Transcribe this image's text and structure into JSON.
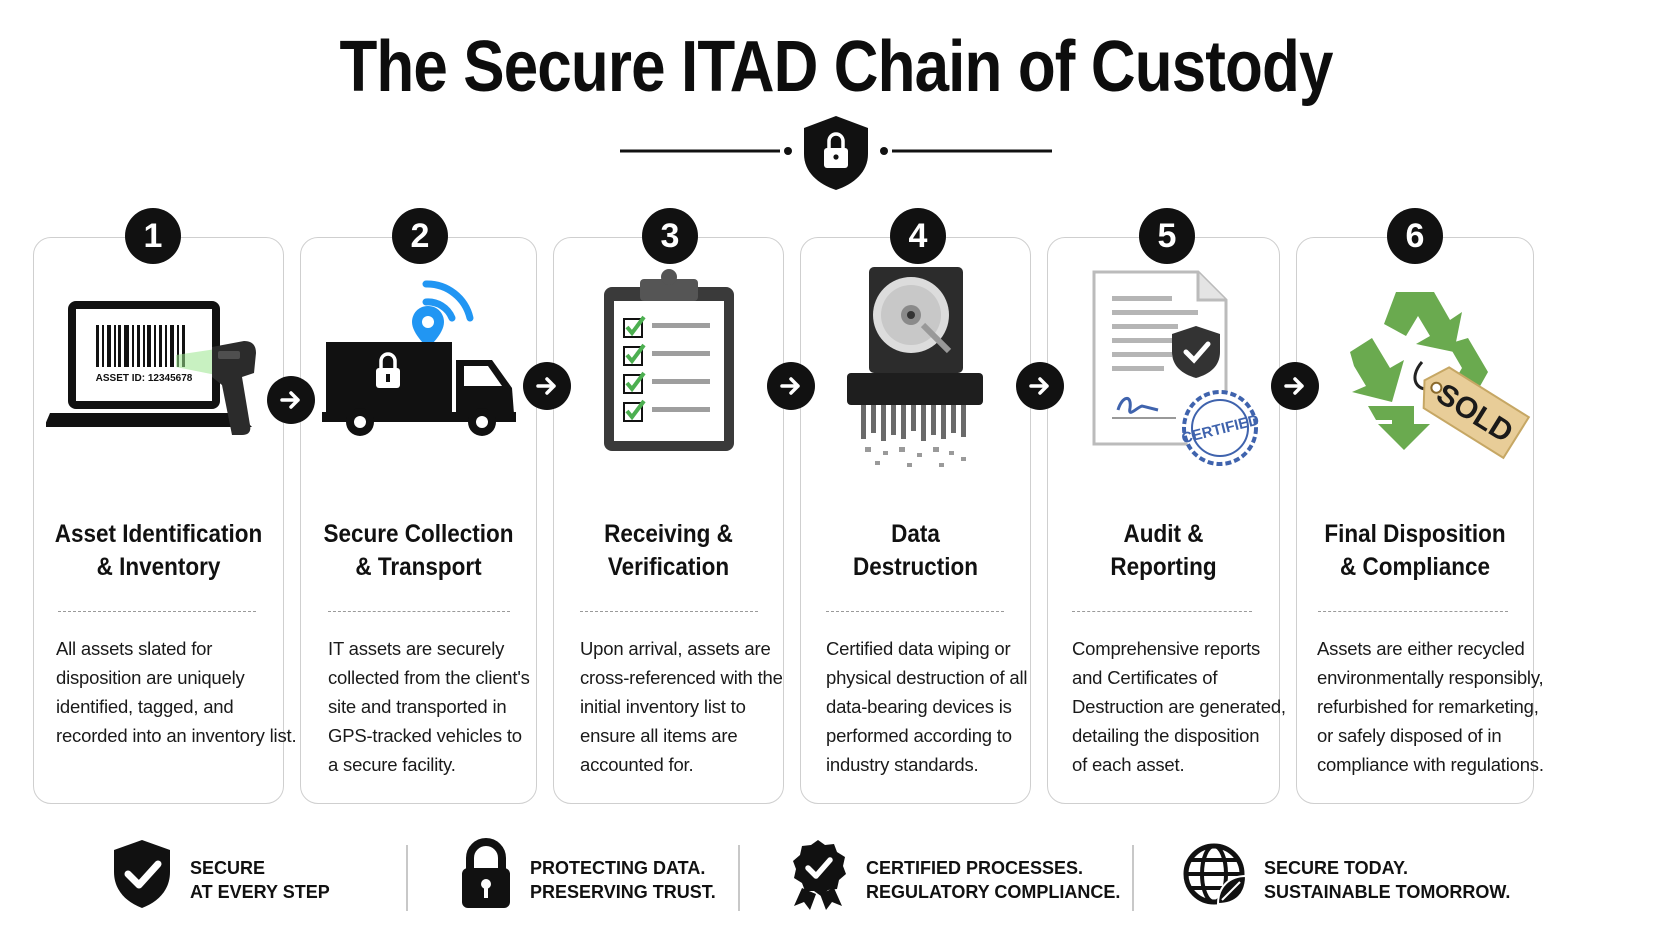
{
  "title": "The Secure ITAD Chain of Custody",
  "accent_color": "#111111",
  "icons": {
    "header": "shield-lock-icon",
    "arrows": "arrow-right-icon"
  },
  "steps": [
    {
      "number": "1",
      "icon": "laptop-barcode-scanner-icon",
      "screen_label": "ASSET ID: 12345678",
      "title_lines": [
        "Asset Identification",
        "& Inventory"
      ],
      "desc_lines": [
        "All assets slated for",
        "disposition are uniquely",
        "identified, tagged, and",
        "recorded into an inventory list."
      ]
    },
    {
      "number": "2",
      "icon": "gps-truck-icon",
      "title_lines": [
        "Secure Collection",
        "& Transport"
      ],
      "desc_lines": [
        "IT assets are securely",
        "collected from the client's",
        "site and transported in",
        "GPS-tracked vehicles to",
        "a secure facility."
      ]
    },
    {
      "number": "3",
      "icon": "checklist-clipboard-icon",
      "title_lines": [
        "Receiving &",
        "Verification"
      ],
      "desc_lines": [
        "Upon arrival, assets are",
        "cross-referenced with the",
        "initial inventory list to",
        "ensure all items are",
        "accounted for."
      ]
    },
    {
      "number": "4",
      "icon": "hard-drive-shredder-icon",
      "title_lines": [
        "Data",
        "Destruction"
      ],
      "desc_lines": [
        "Certified data wiping or",
        "physical destruction of all",
        "data-bearing devices is",
        "performed according to",
        "industry standards."
      ]
    },
    {
      "number": "5",
      "icon": "certificate-document-icon",
      "stamp_label": "CERTIFIED",
      "title_lines": [
        "Audit &",
        "Reporting"
      ],
      "desc_lines": [
        "Comprehensive reports",
        "and Certificates of",
        "Destruction are generated,",
        "detailing the disposition",
        "of each asset."
      ]
    },
    {
      "number": "6",
      "icon": "recycle-sold-tag-icon",
      "tag_label": "SOLD",
      "title_lines": [
        "Final Disposition",
        "& Compliance"
      ],
      "desc_lines": [
        "Assets are either recycled",
        "environmentally responsibly,",
        "refurbished for remarketing,",
        "or safely disposed of in",
        "compliance with regulations."
      ]
    }
  ],
  "footer": [
    {
      "icon": "shield-check-icon",
      "lines": [
        "SECURE",
        "AT EVERY STEP"
      ]
    },
    {
      "icon": "padlock-icon",
      "lines": [
        "PROTECTING DATA.",
        "PRESERVING TRUST."
      ]
    },
    {
      "icon": "award-badge-icon",
      "lines": [
        "CERTIFIED PROCESSES.",
        "REGULATORY COMPLIANCE."
      ]
    },
    {
      "icon": "globe-leaf-icon",
      "lines": [
        "SECURE TODAY.",
        "SUSTAINABLE TOMORROW."
      ]
    }
  ],
  "colors": {
    "green_check": "#4caf50",
    "recycle_green": "#6aaa4f",
    "wifi_blue": "#2196f3",
    "tag_tan": "#e8cd98",
    "stamp_blue": "#3f63ad"
  }
}
